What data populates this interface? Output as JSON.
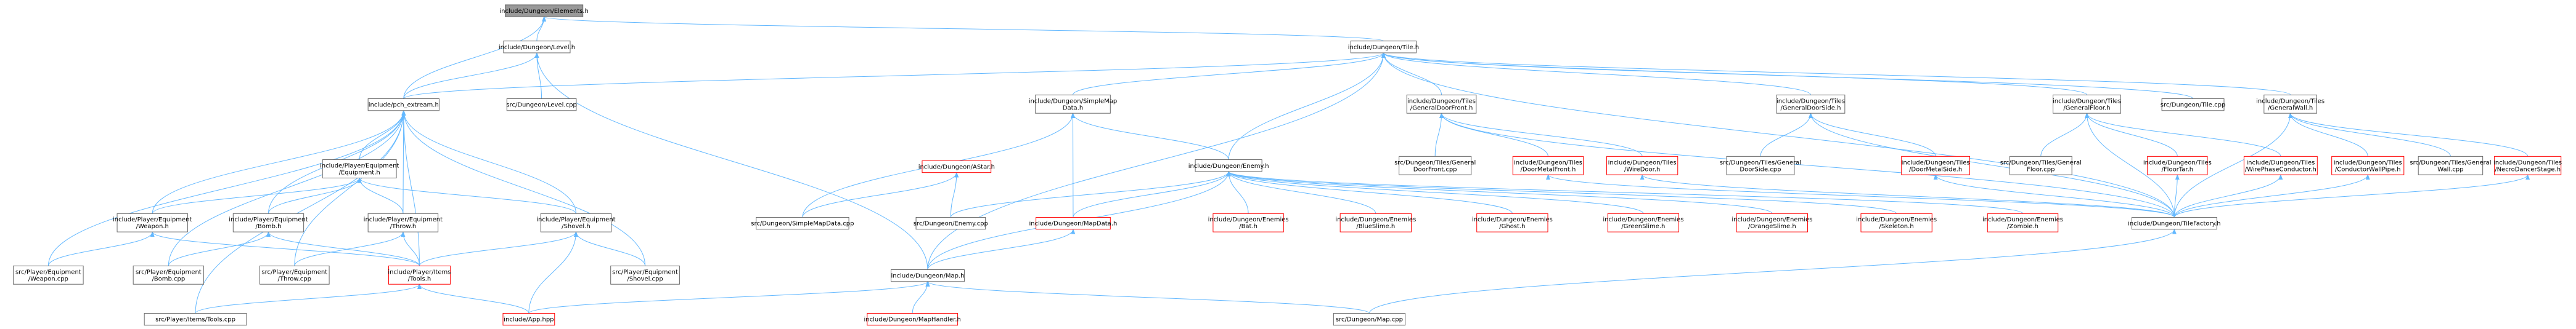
{
  "colors": {
    "edge": "#63b8ff",
    "node_fill": "#ffffff",
    "node_border": "#666666",
    "node_border_missing": "#ff0000",
    "root_fill": "#999999",
    "root_border": "#666666"
  },
  "nodes": [
    {
      "id": "elements",
      "lines": [
        "include/Dungeon/Elements.h"
      ],
      "type": "root"
    },
    {
      "id": "level_h",
      "lines": [
        "include/Dungeon/Level.h"
      ],
      "type": "normal"
    },
    {
      "id": "tile_h",
      "lines": [
        "include/Dungeon/Tile.h"
      ],
      "type": "normal"
    },
    {
      "id": "pch",
      "lines": [
        "include/pch_extream.h"
      ],
      "type": "normal"
    },
    {
      "id": "level_cpp",
      "lines": [
        "src/Dungeon/Level.cpp"
      ],
      "type": "normal"
    },
    {
      "id": "simplemapdata_h",
      "lines": [
        "include/Dungeon/SimpleMap",
        "Data.h"
      ],
      "type": "normal"
    },
    {
      "id": "gen_door_front_h",
      "lines": [
        "include/Dungeon/Tiles",
        "/GeneralDoorFront.h"
      ],
      "type": "normal"
    },
    {
      "id": "gen_door_side_h",
      "lines": [
        "include/Dungeon/Tiles",
        "/GeneralDoorSide.h"
      ],
      "type": "normal"
    },
    {
      "id": "gen_floor_h",
      "lines": [
        "include/Dungeon/Tiles",
        "/GeneralFloor.h"
      ],
      "type": "normal"
    },
    {
      "id": "tile_cpp",
      "lines": [
        "src/Dungeon/Tile.cpp"
      ],
      "type": "normal"
    },
    {
      "id": "gen_wall_h",
      "lines": [
        "include/Dungeon/Tiles",
        "/GeneralWall.h"
      ],
      "type": "normal"
    },
    {
      "id": "equipment_h",
      "lines": [
        "include/Player/Equipment",
        "/Equipment.h"
      ],
      "type": "normal"
    },
    {
      "id": "astar_h",
      "lines": [
        "include/Dungeon/AStar.h"
      ],
      "type": "missing"
    },
    {
      "id": "enemy_h",
      "lines": [
        "include/Dungeon/Enemy.h"
      ],
      "type": "normal"
    },
    {
      "id": "gen_door_front_cpp",
      "lines": [
        "src/Dungeon/Tiles/General",
        "DoorFront.cpp"
      ],
      "type": "normal"
    },
    {
      "id": "door_metal_front_h",
      "lines": [
        "include/Dungeon/Tiles",
        "/DoorMetalFront.h"
      ],
      "type": "missing"
    },
    {
      "id": "wire_door_h",
      "lines": [
        "include/Dungeon/Tiles",
        "/WireDoor.h"
      ],
      "type": "missing"
    },
    {
      "id": "gen_door_side_cpp",
      "lines": [
        "src/Dungeon/Tiles/General",
        "DoorSide.cpp"
      ],
      "type": "normal"
    },
    {
      "id": "door_metal_side_h",
      "lines": [
        "include/Dungeon/Tiles",
        "/DoorMetalSide.h"
      ],
      "type": "missing"
    },
    {
      "id": "gen_floor_cpp",
      "lines": [
        "src/Dungeon/Tiles/General",
        "Floor.cpp"
      ],
      "type": "normal"
    },
    {
      "id": "floor_tar_h",
      "lines": [
        "include/Dungeon/Tiles",
        "/FloorTar.h"
      ],
      "type": "missing"
    },
    {
      "id": "wire_phase_h",
      "lines": [
        "include/Dungeon/Tiles",
        "/WirePhaseConductor.h"
      ],
      "type": "missing"
    },
    {
      "id": "conductor_wall_h",
      "lines": [
        "include/Dungeon/Tiles",
        "/ConductorWallPipe.h"
      ],
      "type": "missing"
    },
    {
      "id": "gen_wall_cpp",
      "lines": [
        "src/Dungeon/Tiles/General",
        "Wall.cpp"
      ],
      "type": "normal"
    },
    {
      "id": "necro_stage_h",
      "lines": [
        "include/Dungeon/Tiles",
        "/NecroDancerStage.h"
      ],
      "type": "missing"
    },
    {
      "id": "weapon_h",
      "lines": [
        "include/Player/Equipment",
        "/Weapon.h"
      ],
      "type": "normal"
    },
    {
      "id": "bomb_h",
      "lines": [
        "include/Player/Equipment",
        "/Bomb.h"
      ],
      "type": "normal"
    },
    {
      "id": "throw_h",
      "lines": [
        "include/Player/Equipment",
        "/Throw.h"
      ],
      "type": "normal"
    },
    {
      "id": "shovel_h",
      "lines": [
        "include/Player/Equipment",
        "/Shovel.h"
      ],
      "type": "normal"
    },
    {
      "id": "simplemapdata_cpp",
      "lines": [
        "src/Dungeon/SimpleMapData.cpp"
      ],
      "type": "normal"
    },
    {
      "id": "enemy_cpp",
      "lines": [
        "src/Dungeon/Enemy.cpp"
      ],
      "type": "normal"
    },
    {
      "id": "mapdata_h",
      "lines": [
        "include/Dungeon/MapData.h"
      ],
      "type": "missing"
    },
    {
      "id": "bat_h",
      "lines": [
        "include/Dungeon/Enemies",
        "/Bat.h"
      ],
      "type": "missing"
    },
    {
      "id": "blueslime_h",
      "lines": [
        "include/Dungeon/Enemies",
        "/BlueSlime.h"
      ],
      "type": "missing"
    },
    {
      "id": "ghost_h",
      "lines": [
        "include/Dungeon/Enemies",
        "/Ghost.h"
      ],
      "type": "missing"
    },
    {
      "id": "greenslime_h",
      "lines": [
        "include/Dungeon/Enemies",
        "/GreenSlime.h"
      ],
      "type": "missing"
    },
    {
      "id": "orangeslime_h",
      "lines": [
        "include/Dungeon/Enemies",
        "/OrangeSlime.h"
      ],
      "type": "missing"
    },
    {
      "id": "skeleton_h",
      "lines": [
        "include/Dungeon/Enemies",
        "/Skeleton.h"
      ],
      "type": "missing"
    },
    {
      "id": "zombie_h",
      "lines": [
        "include/Dungeon/Enemies",
        "/Zombie.h"
      ],
      "type": "missing"
    },
    {
      "id": "tilefactory_h",
      "lines": [
        "include/Dungeon/TileFactory.h"
      ],
      "type": "normal"
    },
    {
      "id": "weapon_cpp",
      "lines": [
        "src/Player/Equipment",
        "/Weapon.cpp"
      ],
      "type": "normal"
    },
    {
      "id": "bomb_cpp",
      "lines": [
        "src/Player/Equipment",
        "/Bomb.cpp"
      ],
      "type": "normal"
    },
    {
      "id": "throw_cpp",
      "lines": [
        "src/Player/Equipment",
        "/Throw.cpp"
      ],
      "type": "normal"
    },
    {
      "id": "tools_h",
      "lines": [
        "include/Player/Items",
        "/Tools.h"
      ],
      "type": "missing"
    },
    {
      "id": "shovel_cpp",
      "lines": [
        "src/Player/Equipment",
        "/Shovel.cpp"
      ],
      "type": "normal"
    },
    {
      "id": "map_h",
      "lines": [
        "include/Dungeon/Map.h"
      ],
      "type": "normal"
    },
    {
      "id": "tools_cpp",
      "lines": [
        "src/Player/Items/Tools.cpp"
      ],
      "type": "normal"
    },
    {
      "id": "app_hpp",
      "lines": [
        "include/App.hpp"
      ],
      "type": "missing"
    },
    {
      "id": "maphandler_h",
      "lines": [
        "include/Dungeon/MapHandler.h"
      ],
      "type": "missing"
    },
    {
      "id": "map_cpp",
      "lines": [
        "src/Dungeon/Map.cpp"
      ],
      "type": "normal"
    }
  ],
  "edges": [
    [
      "level_h",
      "elements"
    ],
    [
      "tile_h",
      "elements"
    ],
    [
      "pch",
      "elements"
    ],
    [
      "pch",
      "level_h"
    ],
    [
      "level_cpp",
      "level_h"
    ],
    [
      "map_h",
      "level_h"
    ],
    [
      "pch",
      "tile_h"
    ],
    [
      "simplemapdata_h",
      "tile_h"
    ],
    [
      "enemy_h",
      "tile_h"
    ],
    [
      "gen_door_front_h",
      "tile_h"
    ],
    [
      "gen_door_side_h",
      "tile_h"
    ],
    [
      "gen_floor_h",
      "tile_h"
    ],
    [
      "tile_cpp",
      "tile_h"
    ],
    [
      "gen_wall_h",
      "tile_h"
    ],
    [
      "tilefactory_h",
      "tile_h"
    ],
    [
      "map_h",
      "tile_h"
    ],
    [
      "equipment_h",
      "pch"
    ],
    [
      "weapon_h",
      "pch"
    ],
    [
      "bomb_h",
      "pch"
    ],
    [
      "throw_h",
      "pch"
    ],
    [
      "shovel_h",
      "pch"
    ],
    [
      "weapon_cpp",
      "pch"
    ],
    [
      "bomb_cpp",
      "pch"
    ],
    [
      "throw_cpp",
      "pch"
    ],
    [
      "tools_h",
      "pch"
    ],
    [
      "shovel_cpp",
      "pch"
    ],
    [
      "tools_cpp",
      "pch"
    ],
    [
      "weapon_h",
      "equipment_h"
    ],
    [
      "bomb_h",
      "equipment_h"
    ],
    [
      "throw_h",
      "equipment_h"
    ],
    [
      "shovel_h",
      "equipment_h"
    ],
    [
      "weapon_cpp",
      "weapon_h"
    ],
    [
      "tools_h",
      "weapon_h"
    ],
    [
      "bomb_cpp",
      "bomb_h"
    ],
    [
      "tools_h",
      "bomb_h"
    ],
    [
      "throw_cpp",
      "throw_h"
    ],
    [
      "tools_h",
      "throw_h"
    ],
    [
      "shovel_cpp",
      "shovel_h"
    ],
    [
      "tools_h",
      "shovel_h"
    ],
    [
      "app_hpp",
      "shovel_h"
    ],
    [
      "tools_cpp",
      "tools_h"
    ],
    [
      "app_hpp",
      "tools_h"
    ],
    [
      "enemy_h",
      "simplemapdata_h"
    ],
    [
      "simplemapdata_cpp",
      "simplemapdata_h"
    ],
    [
      "mapdata_h",
      "simplemapdata_h"
    ],
    [
      "simplemapdata_cpp",
      "astar_h"
    ],
    [
      "enemy_cpp",
      "astar_h"
    ],
    [
      "enemy_cpp",
      "enemy_h"
    ],
    [
      "mapdata_h",
      "enemy_h"
    ],
    [
      "bat_h",
      "enemy_h"
    ],
    [
      "blueslime_h",
      "enemy_h"
    ],
    [
      "ghost_h",
      "enemy_h"
    ],
    [
      "greenslime_h",
      "enemy_h"
    ],
    [
      "orangeslime_h",
      "enemy_h"
    ],
    [
      "skeleton_h",
      "enemy_h"
    ],
    [
      "zombie_h",
      "enemy_h"
    ],
    [
      "map_h",
      "enemy_h"
    ],
    [
      "map_h",
      "mapdata_h"
    ],
    [
      "gen_door_front_cpp",
      "gen_door_front_h"
    ],
    [
      "door_metal_front_h",
      "gen_door_front_h"
    ],
    [
      "wire_door_h",
      "gen_door_front_h"
    ],
    [
      "tilefactory_h",
      "gen_door_front_h"
    ],
    [
      "gen_door_side_cpp",
      "gen_door_side_h"
    ],
    [
      "door_metal_side_h",
      "gen_door_side_h"
    ],
    [
      "tilefactory_h",
      "gen_door_side_h"
    ],
    [
      "gen_floor_cpp",
      "gen_floor_h"
    ],
    [
      "floor_tar_h",
      "gen_floor_h"
    ],
    [
      "wire_phase_h",
      "gen_floor_h"
    ],
    [
      "tilefactory_h",
      "gen_floor_h"
    ],
    [
      "conductor_wall_h",
      "gen_wall_h"
    ],
    [
      "gen_wall_cpp",
      "gen_wall_h"
    ],
    [
      "necro_stage_h",
      "gen_wall_h"
    ],
    [
      "tilefactory_h",
      "gen_wall_h"
    ],
    [
      "tilefactory_h",
      "door_metal_front_h"
    ],
    [
      "tilefactory_h",
      "wire_door_h"
    ],
    [
      "tilefactory_h",
      "door_metal_side_h"
    ],
    [
      "tilefactory_h",
      "floor_tar_h"
    ],
    [
      "tilefactory_h",
      "wire_phase_h"
    ],
    [
      "tilefactory_h",
      "conductor_wall_h"
    ],
    [
      "tilefactory_h",
      "necro_stage_h"
    ],
    [
      "map_cpp",
      "tilefactory_h"
    ],
    [
      "app_hpp",
      "map_h"
    ],
    [
      "maphandler_h",
      "map_h"
    ],
    [
      "map_cpp",
      "map_h"
    ]
  ]
}
